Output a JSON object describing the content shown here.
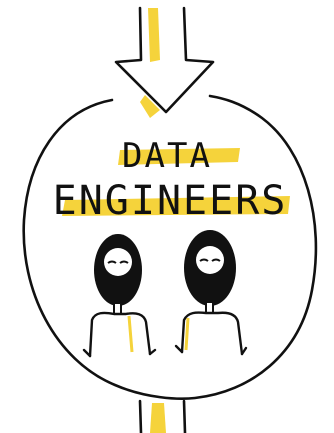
{
  "sketch": {
    "title_line1": "DATA",
    "title_line2": "ENGINEERS",
    "highlight_color": "#F5D33B",
    "ink_color": "#111111",
    "people_count": 2
  }
}
